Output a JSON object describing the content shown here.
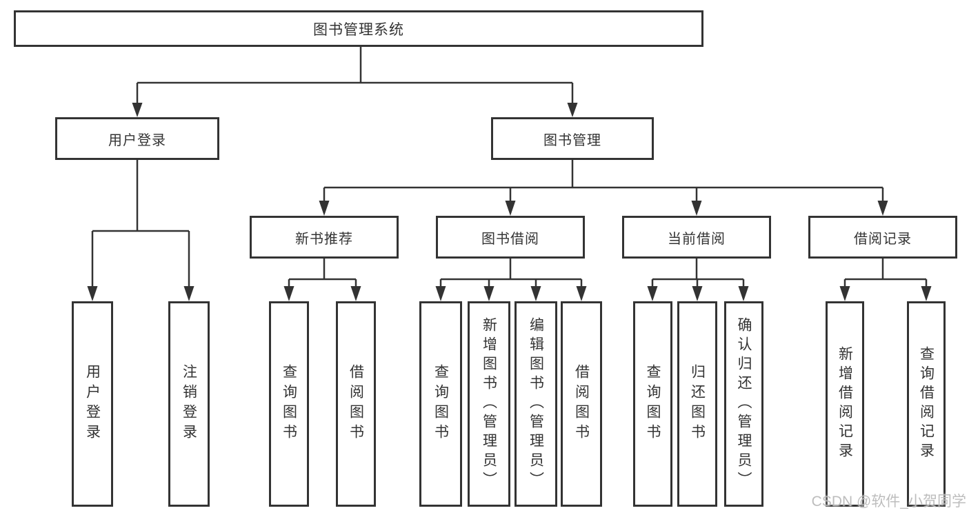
{
  "watermark": "CSDN @软件_小贺同学",
  "colors": {
    "line": "#333333",
    "text": "#333333",
    "background": "#ffffff"
  },
  "tree": {
    "root": {
      "label": "图书管理系统"
    },
    "user_login": {
      "label": "用户登录",
      "children": [
        {
          "label": "用户登录"
        },
        {
          "label": "注销登录"
        }
      ]
    },
    "book_mgmt": {
      "label": "图书管理"
    },
    "new_books": {
      "label": "新书推荐",
      "children": [
        {
          "label": "查询图书"
        },
        {
          "label": "借阅图书"
        }
      ]
    },
    "borrowing": {
      "label": "图书借阅",
      "children": [
        {
          "label": "查询图书"
        },
        {
          "label": "新增图书（管理员）"
        },
        {
          "label": "编辑图书（管理员）"
        },
        {
          "label": "借阅图书"
        }
      ]
    },
    "current_borrow": {
      "label": "当前借阅",
      "children": [
        {
          "label": "查询图书"
        },
        {
          "label": "归还图书"
        },
        {
          "label": "确认归还（管理员）"
        }
      ]
    },
    "borrow_records": {
      "label": "借阅记录",
      "children": [
        {
          "label": "新增借阅记录"
        },
        {
          "label": "查询借阅记录"
        }
      ]
    }
  }
}
